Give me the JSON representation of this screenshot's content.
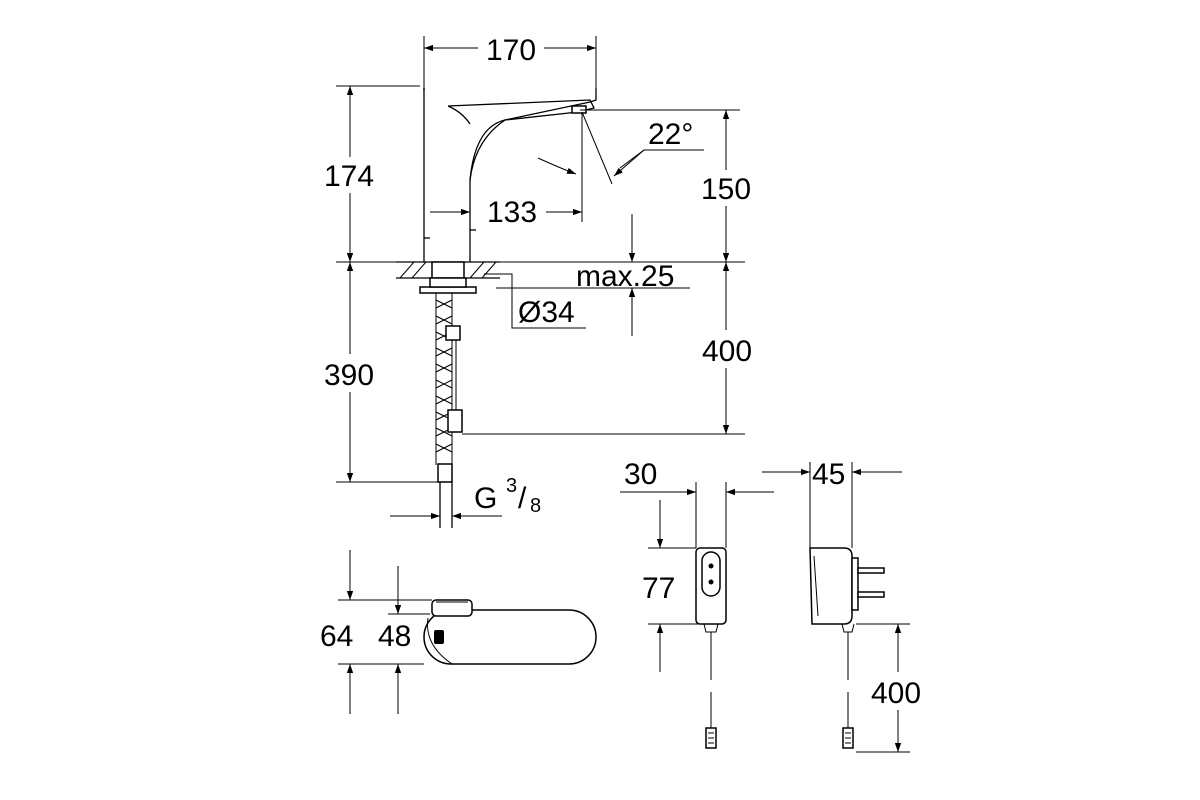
{
  "dimensions": {
    "spout_projection": "170",
    "spout_height": "174",
    "sensor_angle": "22°",
    "outlet_height": "150",
    "outlet_reach": "133",
    "max_deck_thickness": "max.25",
    "hole_diameter": "Ø34",
    "hose_length": "400",
    "below_deck_length": "390",
    "connection_thread": "G",
    "thread_num": "3",
    "thread_den": "8",
    "body_height_total": "64",
    "body_height": "48",
    "junction_width": "30",
    "junction_height": "77",
    "adapter_width": "45",
    "adapter_cable_length": "400"
  }
}
